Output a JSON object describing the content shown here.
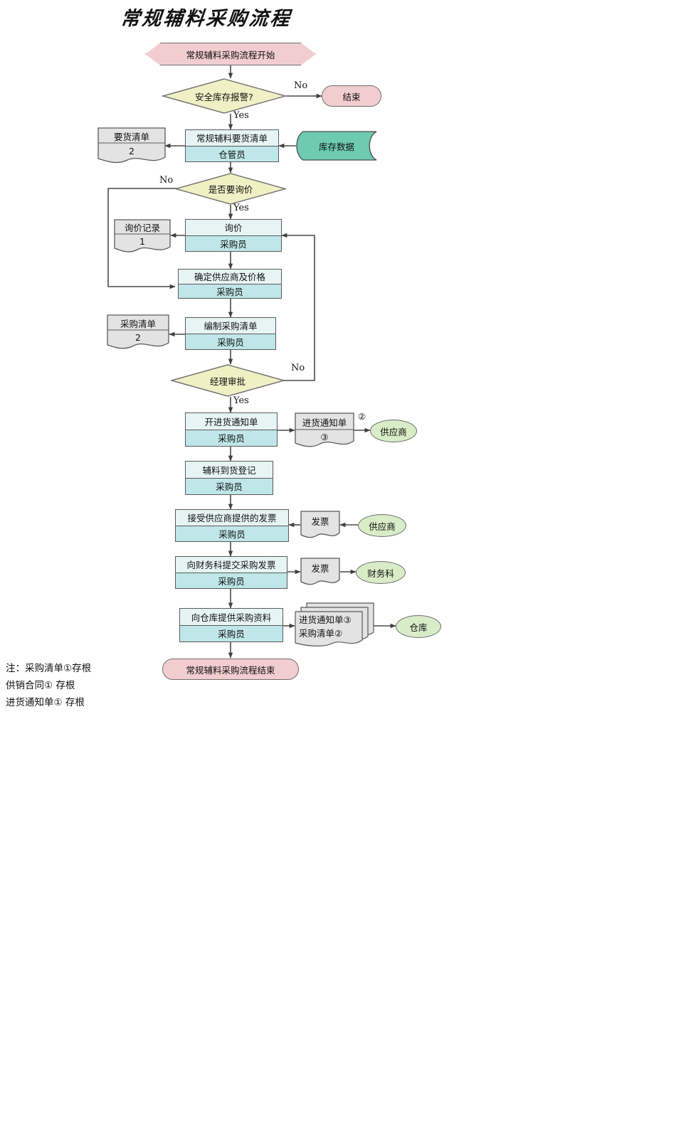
{
  "title": "常规辅料采购流程",
  "nodes": {
    "start": "常规辅料采购流程开始",
    "d_safety_stock": "安全库存报警?",
    "end_early": "结束",
    "doc_request_list": {
      "name": "要货清单",
      "count": "2"
    },
    "p_request_list": {
      "action": "常规辅料要货清单",
      "role": "仓管员"
    },
    "store_inventory": "库存数据",
    "d_need_quote": "是否要询价",
    "doc_quote_record": {
      "name": "询价记录",
      "count": "1"
    },
    "p_quote": {
      "action": "询价",
      "role": "采购员"
    },
    "p_confirm_supplier": {
      "action": "确定供应商及价格",
      "role": "采购员"
    },
    "doc_purchase_list": {
      "name": "采购清单",
      "count": "2"
    },
    "p_make_list": {
      "action": "编制采购清单",
      "role": "采购员"
    },
    "d_manager_approve": "经理审批",
    "p_issue_notice": {
      "action": "开进货通知单",
      "role": "采购员"
    },
    "doc_notice": {
      "name": "进货通知单",
      "count": "③",
      "badge": "②"
    },
    "ell_supplier_1": "供应商",
    "p_arrival_record": {
      "action": "辅料到货登记",
      "role": "采购员"
    },
    "p_receive_invoice": {
      "action": "接受供应商提供的发票",
      "role": "采购员"
    },
    "doc_invoice_in": "发票",
    "ell_supplier_2": "供应商",
    "p_submit_invoice": {
      "action": "向财务科提交采购发票",
      "role": "采购员"
    },
    "doc_invoice_out": "发票",
    "ell_finance": "财务科",
    "p_provide_docs": {
      "action": "向仓库提供采购资料",
      "role": "采购员"
    },
    "docstack_to_warehouse": {
      "line1": "进货通知单③",
      "line2": "采购清单②"
    },
    "ell_warehouse": "仓库",
    "end_final": "常规辅料采购流程结束"
  },
  "edge_labels": {
    "no_safety": "No",
    "yes_safety": "Yes",
    "no_quote": "No",
    "yes_quote": "Yes",
    "no_approve": "No",
    "yes_approve": "Yes"
  },
  "notes": [
    "注：采购清单①存根",
    "供销合同① 存根",
    "进货通知单① 存根"
  ],
  "colors": {
    "terminator": "#f2cdd0",
    "process_top": "#e6f5f4",
    "process_bottom": "#bfe6e8",
    "decision": "#eff0c4",
    "document": "#e3e3e3",
    "stored_data": "#6ecbb0",
    "entity": "#d9ecc8",
    "line": "#4a4a4a"
  }
}
